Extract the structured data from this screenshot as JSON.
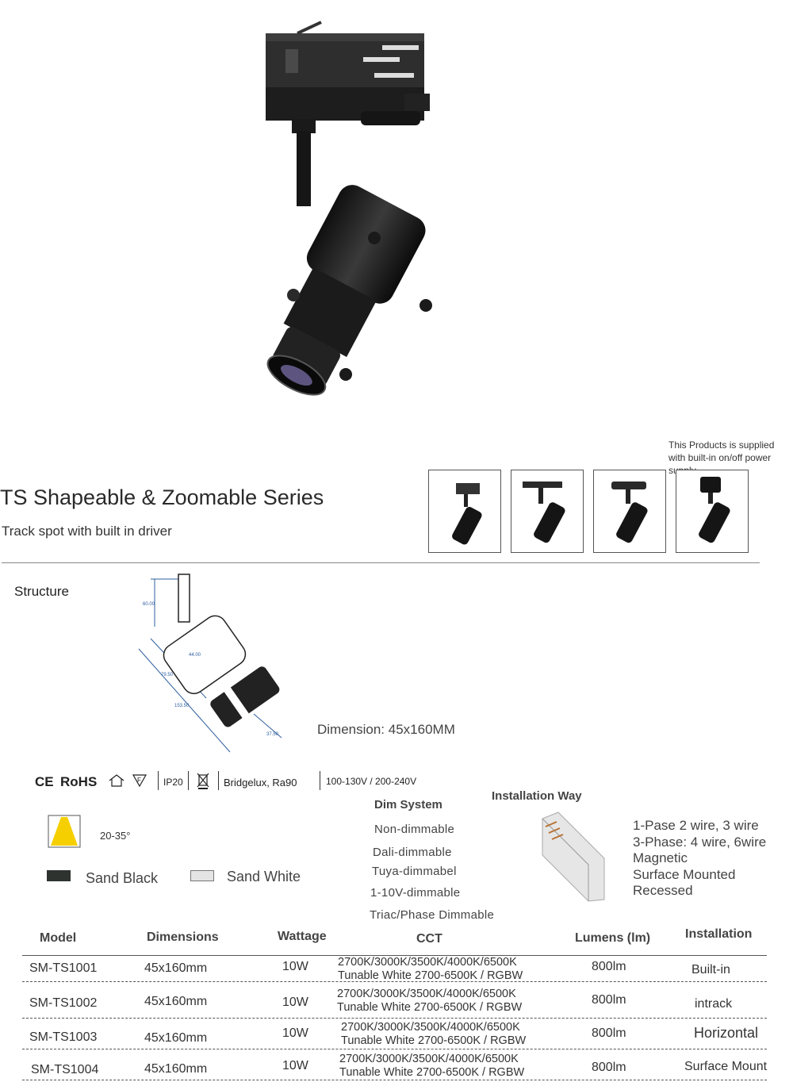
{
  "header": {
    "title": "TS Shapeable & Zoomable Series",
    "subtitle": "Track spot with built in driver",
    "supply_note_line1": "This Products is supplied",
    "supply_note_line2": "with built-in on/off power supply"
  },
  "structure": {
    "label": "Structure",
    "dim_labels": [
      "60.00",
      "44.00",
      "79.50",
      "153.50",
      "37.50"
    ],
    "dimension_text": "Dimension: 45x160MM"
  },
  "certifications": {
    "ce": "CE",
    "rohs": "RoHS",
    "ip": "IP20",
    "chip": "Bridgelux, Ra90",
    "voltage": "100-130V / 200-240V"
  },
  "beam": {
    "angle": "20-35°"
  },
  "colors": [
    {
      "name": "Sand Black",
      "hex": "#2e3330"
    },
    {
      "name": "Sand White",
      "hex": "#e4e4e4"
    }
  ],
  "dim_system": {
    "title": "Dim System",
    "items": [
      "Non-dimmable",
      "Dali-dimmable",
      "Tuya-dimmabel",
      "1-10V-dimmable",
      "Triac/Phase Dimmable"
    ]
  },
  "installation": {
    "title": "Installation Way",
    "items": [
      "1-Pase 2 wire, 3 wire",
      "3-Phase: 4 wire, 6wire",
      "Magnetic",
      "Surface Mounted",
      "Recessed"
    ]
  },
  "table": {
    "headers": [
      "Model",
      "Dimensions",
      "Wattage",
      "CCT",
      "Lumens (lm)",
      "Installation"
    ],
    "rows": [
      {
        "model": "SM-TS1001",
        "dimensions": "45x160mm",
        "wattage": "10W",
        "cct1": "2700K/3000K/3500K/4000K/6500K",
        "cct2": "Tunable White 2700-6500K / RGBW",
        "lumens": "800lm",
        "installation": "Built-in"
      },
      {
        "model": "SM-TS1002",
        "dimensions": "45x160mm",
        "wattage": "10W",
        "cct1": "2700K/3000K/3500K/4000K/6500K",
        "cct2": "Tunable White 2700-6500K / RGBW",
        "lumens": "800lm",
        "installation": "intrack"
      },
      {
        "model": "SM-TS1003",
        "dimensions": "45x160mm",
        "wattage": "10W",
        "cct1": "2700K/3000K/3500K/4000K/6500K",
        "cct2": "Tunable White 2700-6500K / RGBW",
        "lumens": "800lm",
        "installation": "Horizontal"
      },
      {
        "model": "SM-TS1004",
        "dimensions": "45x160mm",
        "wattage": "10W",
        "cct1": "2700K/3000K/3500K/4000K/6500K",
        "cct2": "Tunable White 2700-6500K / RGBW",
        "lumens": "800lm",
        "installation": "Surface Mount"
      }
    ]
  }
}
